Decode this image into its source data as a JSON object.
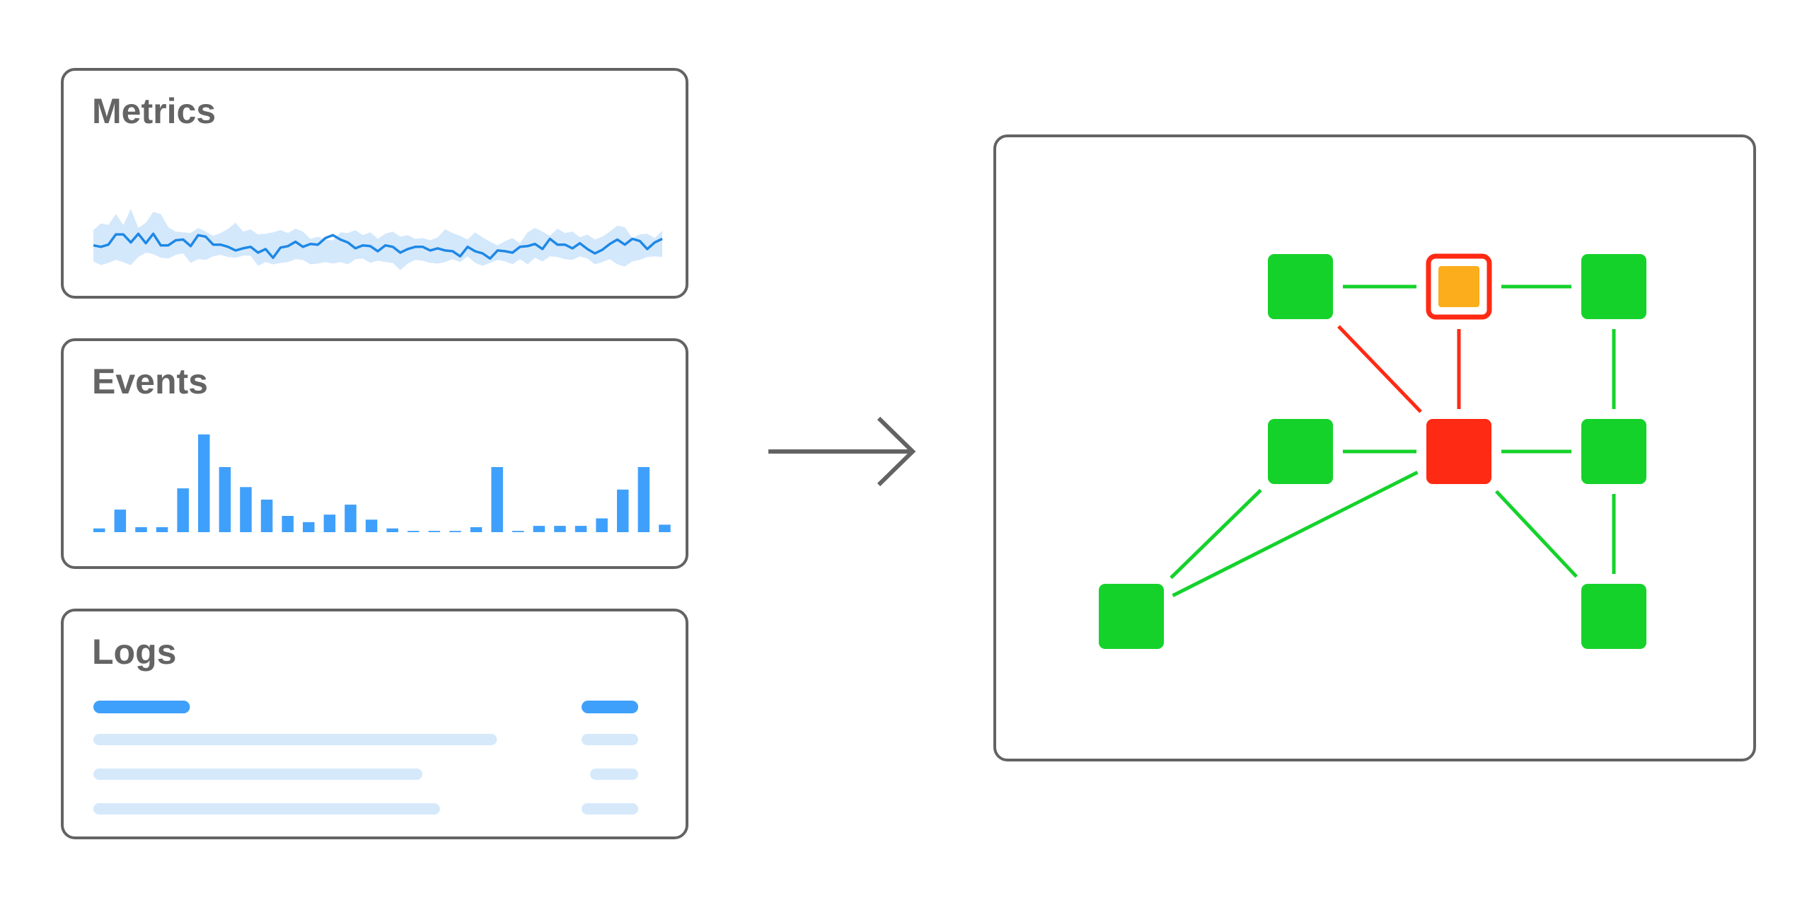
{
  "panels": {
    "metrics": {
      "title": "Metrics"
    },
    "events": {
      "title": "Events"
    },
    "logs": {
      "title": "Logs"
    }
  },
  "colors": {
    "border": "#636363",
    "title": "#646464",
    "accent_blue": "#3fa0fb",
    "line_blue": "#1e88e5",
    "band_blue": "#d4e8fc",
    "log_light": "#d6e9fb",
    "healthy_green": "#15d22b",
    "error_red": "#ff2a14",
    "warning_orange": "#fbad1c",
    "arrow_gray": "#636363"
  },
  "metrics_series": {
    "line": [
      4.2,
      4.0,
      4.3,
      5.7,
      5.7,
      4.6,
      5.8,
      4.5,
      5.8,
      4.2,
      4.2,
      4.9,
      5.0,
      4.1,
      5.6,
      5.4,
      4.3,
      4.3,
      4.0,
      3.5,
      3.8,
      4.0,
      3.2,
      3.7,
      2.5,
      3.9,
      4.1,
      4.7,
      4.0,
      4.4,
      4.3,
      5.2,
      5.6,
      5.0,
      4.6,
      3.8,
      4.2,
      4.1,
      3.4,
      4.2,
      4.0,
      3.2,
      3.7,
      4.0,
      4.0,
      3.5,
      3.8,
      3.5,
      3.4,
      2.7,
      4.0,
      3.4,
      3.1,
      2.4,
      3.5,
      3.4,
      3.2,
      4.0,
      4.1,
      4.4,
      3.7,
      5.1,
      4.3,
      4.3,
      3.8,
      4.5,
      3.7,
      3.1,
      3.6,
      4.4,
      5.0,
      4.3,
      5.1,
      4.8,
      3.7,
      4.6,
      5.1
    ],
    "band_upper": [
      6.3,
      7.2,
      7.0,
      8.5,
      7.0,
      9.2,
      6.6,
      7.3,
      8.8,
      8.5,
      6.7,
      6.1,
      6.0,
      5.9,
      6.6,
      6.1,
      5.5,
      5.9,
      6.5,
      7.3,
      6.1,
      6.4,
      5.7,
      5.8,
      6.0,
      6.3,
      5.9,
      6.5,
      6.1,
      5.1,
      5.4,
      5.0,
      4.9,
      6.0,
      5.9,
      6.3,
      5.6,
      6.0,
      5.1,
      5.8,
      6.1,
      5.4,
      5.6,
      5.1,
      5.2,
      4.9,
      5.3,
      6.4,
      5.9,
      5.5,
      5.0,
      6.0,
      5.3,
      4.7,
      4.2,
      4.8,
      5.2,
      4.5,
      6.0,
      6.6,
      6.1,
      5.5,
      6.5,
      5.9,
      6.1,
      5.3,
      5.7,
      5.0,
      5.4,
      6.1,
      6.9,
      6.7,
      5.2,
      5.7,
      5.8,
      5.2,
      6.2
    ],
    "band_lower": [
      2.0,
      1.5,
      1.8,
      2.2,
      1.9,
      1.5,
      2.6,
      3.2,
      3.0,
      2.5,
      2.4,
      2.9,
      3.1,
      1.8,
      2.3,
      2.2,
      2.7,
      2.9,
      2.6,
      2.5,
      2.8,
      2.8,
      1.4,
      1.9,
      1.6,
      1.8,
      1.9,
      2.3,
      2.2,
      1.6,
      1.7,
      1.9,
      1.7,
      1.9,
      1.6,
      2.3,
      2.4,
      1.8,
      2.1,
      1.9,
      1.8,
      0.8,
      1.7,
      2.2,
      2.1,
      1.8,
      1.7,
      1.9,
      2.3,
      1.9,
      2.7,
      1.8,
      1.4,
      1.8,
      2.2,
      2.0,
      1.6,
      2.3,
      1.6,
      2.5,
      2.0,
      2.7,
      2.6,
      2.3,
      2.2,
      2.7,
      2.4,
      1.6,
      1.9,
      2.3,
      1.6,
      1.3,
      2.0,
      2.2,
      2.6,
      2.7,
      2.6
    ]
  },
  "events_series": {
    "values": [
      0.3,
      1.8,
      0.4,
      0.4,
      3.5,
      7.8,
      5.2,
      3.6,
      2.6,
      1.3,
      0.8,
      1.4,
      2.2,
      1.0,
      0.3,
      0.1,
      0.1,
      0.1,
      0.4,
      5.2,
      0.1,
      0.5,
      0.5,
      0.5,
      1.1,
      3.4,
      5.2,
      0.6
    ]
  },
  "logs_rows": [
    {
      "message_fill": 0.22,
      "tag_fill": 1.0,
      "style": "header"
    },
    {
      "message_fill": 0.92,
      "tag_fill": 1.0,
      "style": "row"
    },
    {
      "message_fill": 0.75,
      "tag_fill": 0.85,
      "style": "row"
    },
    {
      "message_fill": 0.79,
      "tag_fill": 1.0,
      "style": "row"
    }
  ],
  "topology": {
    "nodes": [
      {
        "id": "n1",
        "col": 1,
        "row": 0,
        "status": "healthy",
        "icon": "service-node"
      },
      {
        "id": "n2",
        "col": 2,
        "row": 0,
        "status": "warning",
        "icon": "alerting-service-node"
      },
      {
        "id": "n3",
        "col": 3,
        "row": 0,
        "status": "healthy",
        "icon": "service-node"
      },
      {
        "id": "n4",
        "col": 1,
        "row": 1,
        "status": "healthy",
        "icon": "service-node"
      },
      {
        "id": "n5",
        "col": 2,
        "row": 1,
        "status": "error",
        "icon": "root-cause-node"
      },
      {
        "id": "n6",
        "col": 3,
        "row": 1,
        "status": "healthy",
        "icon": "service-node"
      },
      {
        "id": "n7",
        "col": 0,
        "row": 2,
        "status": "healthy",
        "icon": "service-node"
      },
      {
        "id": "n8",
        "col": 3,
        "row": 2,
        "status": "healthy",
        "icon": "service-node"
      }
    ],
    "edges": [
      {
        "from": "n1",
        "to": "n2",
        "status": "healthy"
      },
      {
        "from": "n2",
        "to": "n3",
        "status": "healthy"
      },
      {
        "from": "n3",
        "to": "n6",
        "status": "healthy"
      },
      {
        "from": "n1",
        "to": "n5",
        "status": "error"
      },
      {
        "from": "n2",
        "to": "n5",
        "status": "error"
      },
      {
        "from": "n4",
        "to": "n5",
        "status": "healthy"
      },
      {
        "from": "n5",
        "to": "n6",
        "status": "healthy"
      },
      {
        "from": "n6",
        "to": "n8",
        "status": "healthy"
      },
      {
        "from": "n5",
        "to": "n8",
        "status": "healthy"
      },
      {
        "from": "n4",
        "to": "n7",
        "status": "healthy"
      },
      {
        "from": "n5",
        "to": "n7",
        "status": "healthy"
      }
    ]
  }
}
